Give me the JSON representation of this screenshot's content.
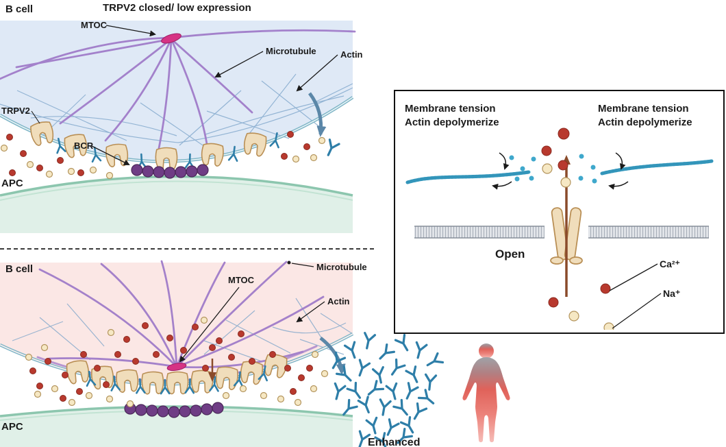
{
  "top_panel": {
    "cell_label": "B cell",
    "title": "TRPV2 closed/ low expression",
    "mtoc": "MTOC",
    "microtubule": "Microtubule",
    "actin": "Actin",
    "trpv2": "TRPV2",
    "bcr": "BCR",
    "apc": "APC"
  },
  "bottom_panel": {
    "cell_label": "B cell",
    "mtoc": "MTOC",
    "microtubule": "Microtubule",
    "actin": "Actin",
    "apc": "APC",
    "caption": "Enhanced"
  },
  "inset": {
    "left_note_line1": "Membrane tension",
    "left_note_line2": "Actin depolymerize",
    "right_note_line1": "Membrane tension",
    "right_note_line2": "Actin depolymerize",
    "channel_state": "Open",
    "ca_label": "Ca²⁺",
    "na_label": "Na⁺"
  },
  "colors": {
    "resting_cell_bg": "#dfe9f6",
    "activated_cell_bg": "#fbe7e5",
    "apc_fill": "#e0f0e8",
    "apc_line": "#8cc6ae",
    "membrane": "#7fb5c6",
    "microtubule": "#a07cc9",
    "mtoc": "#d63384",
    "actin_mesh": "#7aa3c9",
    "actin_filament": "#3fa8cc",
    "channel_fill": "#f0ddbb",
    "channel_stroke": "#b98f55",
    "bcr_antibody": "#2e7ea8",
    "antigen": "#6f3d85",
    "ca_ion": "#b8392e",
    "na_ion": "#f6e8c4",
    "secretion_arrow": "#5b87a8",
    "influx_arrow": "#8a4b2b"
  }
}
